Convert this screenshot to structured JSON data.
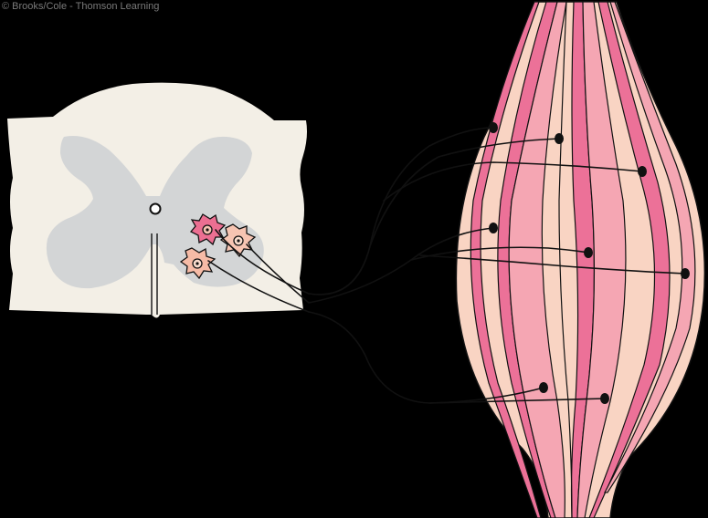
{
  "credit": "© Brooks/Cole - Thomson Learning",
  "colors": {
    "background": "#000000",
    "white_matter": "#f3efe6",
    "gray_matter": "#d3d5d6",
    "neuron_dark": "#ec6f92",
    "neuron_light": "#f6c4b2",
    "fiber_pink": "#ec7198",
    "fiber_rose": "#f5a6b3",
    "fiber_peach": "#f9d4c3",
    "nerve_line": "#111111"
  },
  "icons": [
    "spinal-cord-cross-section",
    "motor-neuron-cell",
    "muscle-fiber",
    "neuromuscular-junction"
  ]
}
